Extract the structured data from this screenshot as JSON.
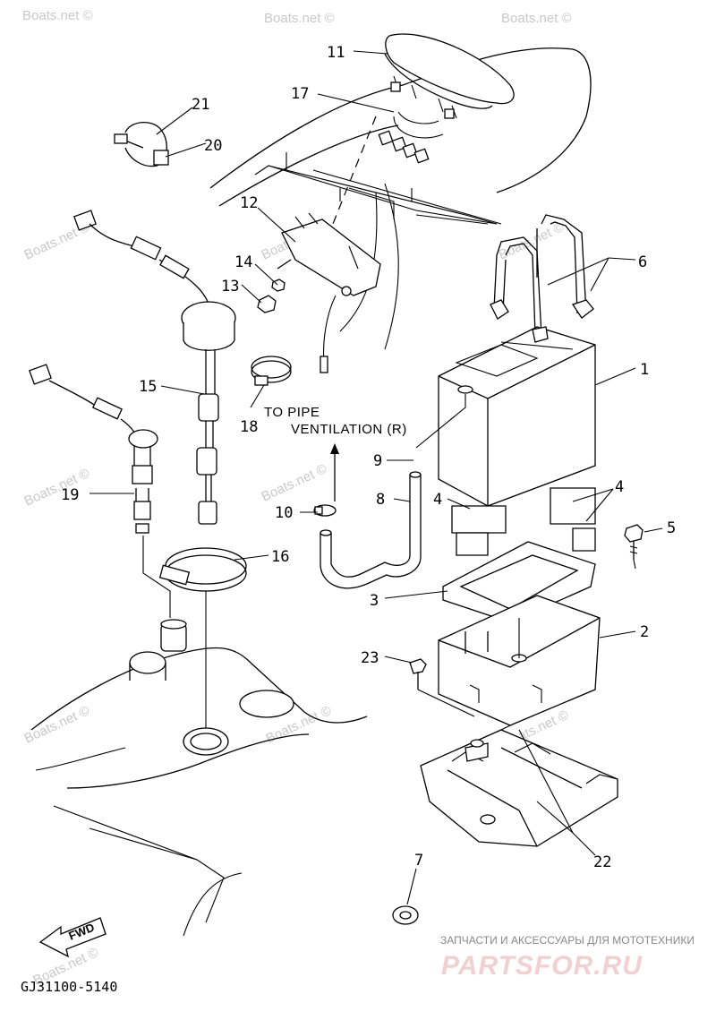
{
  "watermarks": [
    "Boats.net ©",
    "Boats.net ©",
    "Boats.net ©",
    "Boats.net ©",
    "Boats.net ©",
    "Boats.net ©",
    "Boats.net ©",
    "Boats.net ©",
    "Boats.net ©",
    "Boats.net ©",
    "Boats.net ©",
    "Boats.net ©",
    "Boats.net ©"
  ],
  "callouts": {
    "p1": "1",
    "p2": "2",
    "p3": "3",
    "p4a": "4",
    "p4b": "4",
    "p5": "5",
    "p6": "6",
    "p7": "7",
    "p8": "8",
    "p9": "9",
    "p10": "10",
    "p11": "11",
    "p12": "12",
    "p13": "13",
    "p14": "14",
    "p15": "15",
    "p16": "16",
    "p17": "17",
    "p18": "18",
    "p19": "19",
    "p20": "20",
    "p21": "21",
    "p22": "22",
    "p23": "23"
  },
  "note": {
    "line1": "TO PIPE",
    "line2": "VENTILATION (R)"
  },
  "fwd_label": "FWD",
  "diagram_code": "GJ31100-5140",
  "partsfor": {
    "subtitle": "ЗАПЧАСТИ И АКСЕССУАРЫ ДЛЯ МОТОТЕХНИКИ",
    "logo": "PARTSFOR.RU"
  }
}
